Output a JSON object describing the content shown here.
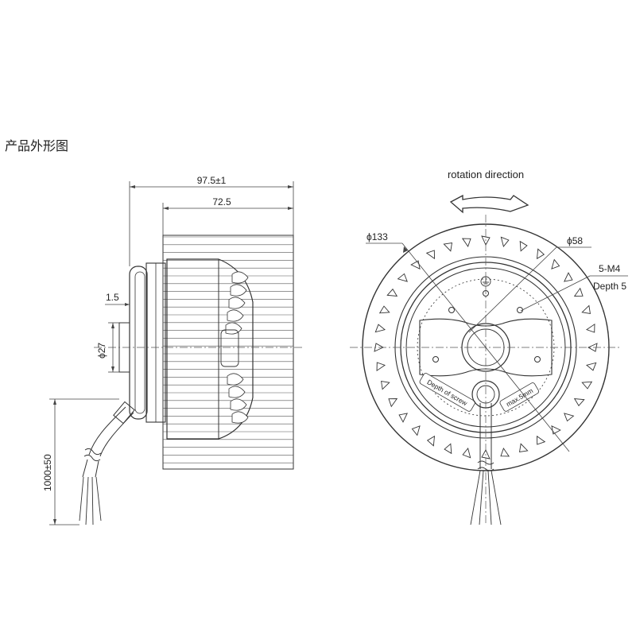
{
  "page_title": "产品外形图",
  "side_view": {
    "overall_length": "97.5±1",
    "impeller_width": "72.5",
    "flange_thickness": "1.5",
    "shaft_diameter": "ϕ27",
    "cable_length": "1000±50"
  },
  "front_view": {
    "rotation_label": "rotation direction",
    "outer_diameter": "ϕ133",
    "bolt_circle": "ϕ58",
    "screw_spec": "5-M4",
    "screw_depth": "Depth 5",
    "hub_text_left": "Depth of screw",
    "hub_text_right": "max.5mm"
  }
}
